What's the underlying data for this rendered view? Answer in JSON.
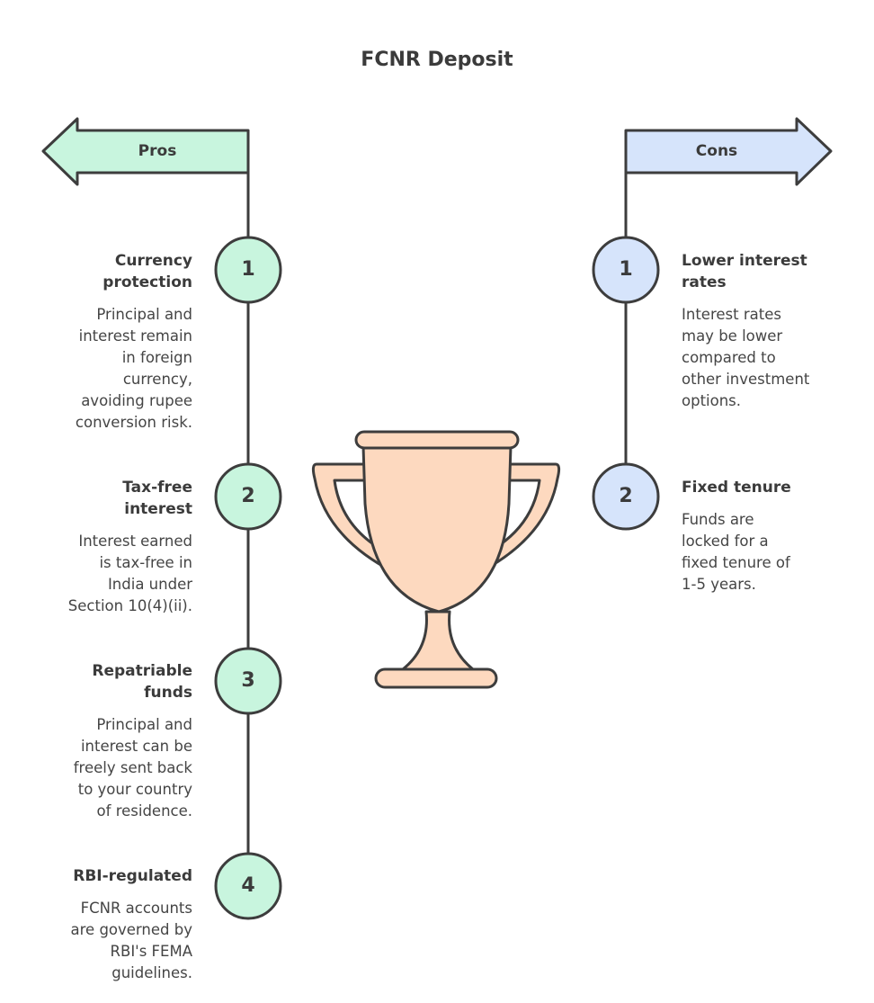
{
  "title": "FCNR Deposit",
  "colors": {
    "pros_fill": "#c8f5de",
    "cons_fill": "#d6e4fb",
    "trophy_fill": "#fdd9bf",
    "stroke": "#3d3d3d"
  },
  "pros": {
    "label": "Pros",
    "items": [
      {
        "number": "1",
        "title_lines": [
          "Currency",
          "protection"
        ],
        "desc_lines": [
          "Principal and",
          "interest remain",
          "in foreign",
          "currency,",
          "avoiding rupee",
          "conversion risk."
        ]
      },
      {
        "number": "2",
        "title_lines": [
          "Tax-free",
          "interest"
        ],
        "desc_lines": [
          "Interest earned",
          "is tax-free in",
          "India under",
          "Section 10(4)(ii)."
        ]
      },
      {
        "number": "3",
        "title_lines": [
          "Repatriable",
          "funds"
        ],
        "desc_lines": [
          "Principal and",
          "interest can be",
          "freely sent back",
          "to your country",
          "of residence."
        ]
      },
      {
        "number": "4",
        "title_lines": [
          "RBI-regulated"
        ],
        "desc_lines": [
          "FCNR accounts",
          "are governed by",
          "RBI's FEMA",
          "guidelines."
        ]
      }
    ]
  },
  "cons": {
    "label": "Cons",
    "items": [
      {
        "number": "1",
        "title_lines": [
          "Lower interest",
          "rates"
        ],
        "desc_lines": [
          "Interest rates",
          "may be lower",
          "compared to",
          "other investment",
          "options."
        ]
      },
      {
        "number": "2",
        "title_lines": [
          "Fixed tenure"
        ],
        "desc_lines": [
          "Funds are",
          "locked for a",
          "fixed tenure of",
          "1-5 years."
        ]
      }
    ]
  },
  "trophy_icon": "trophy-icon"
}
